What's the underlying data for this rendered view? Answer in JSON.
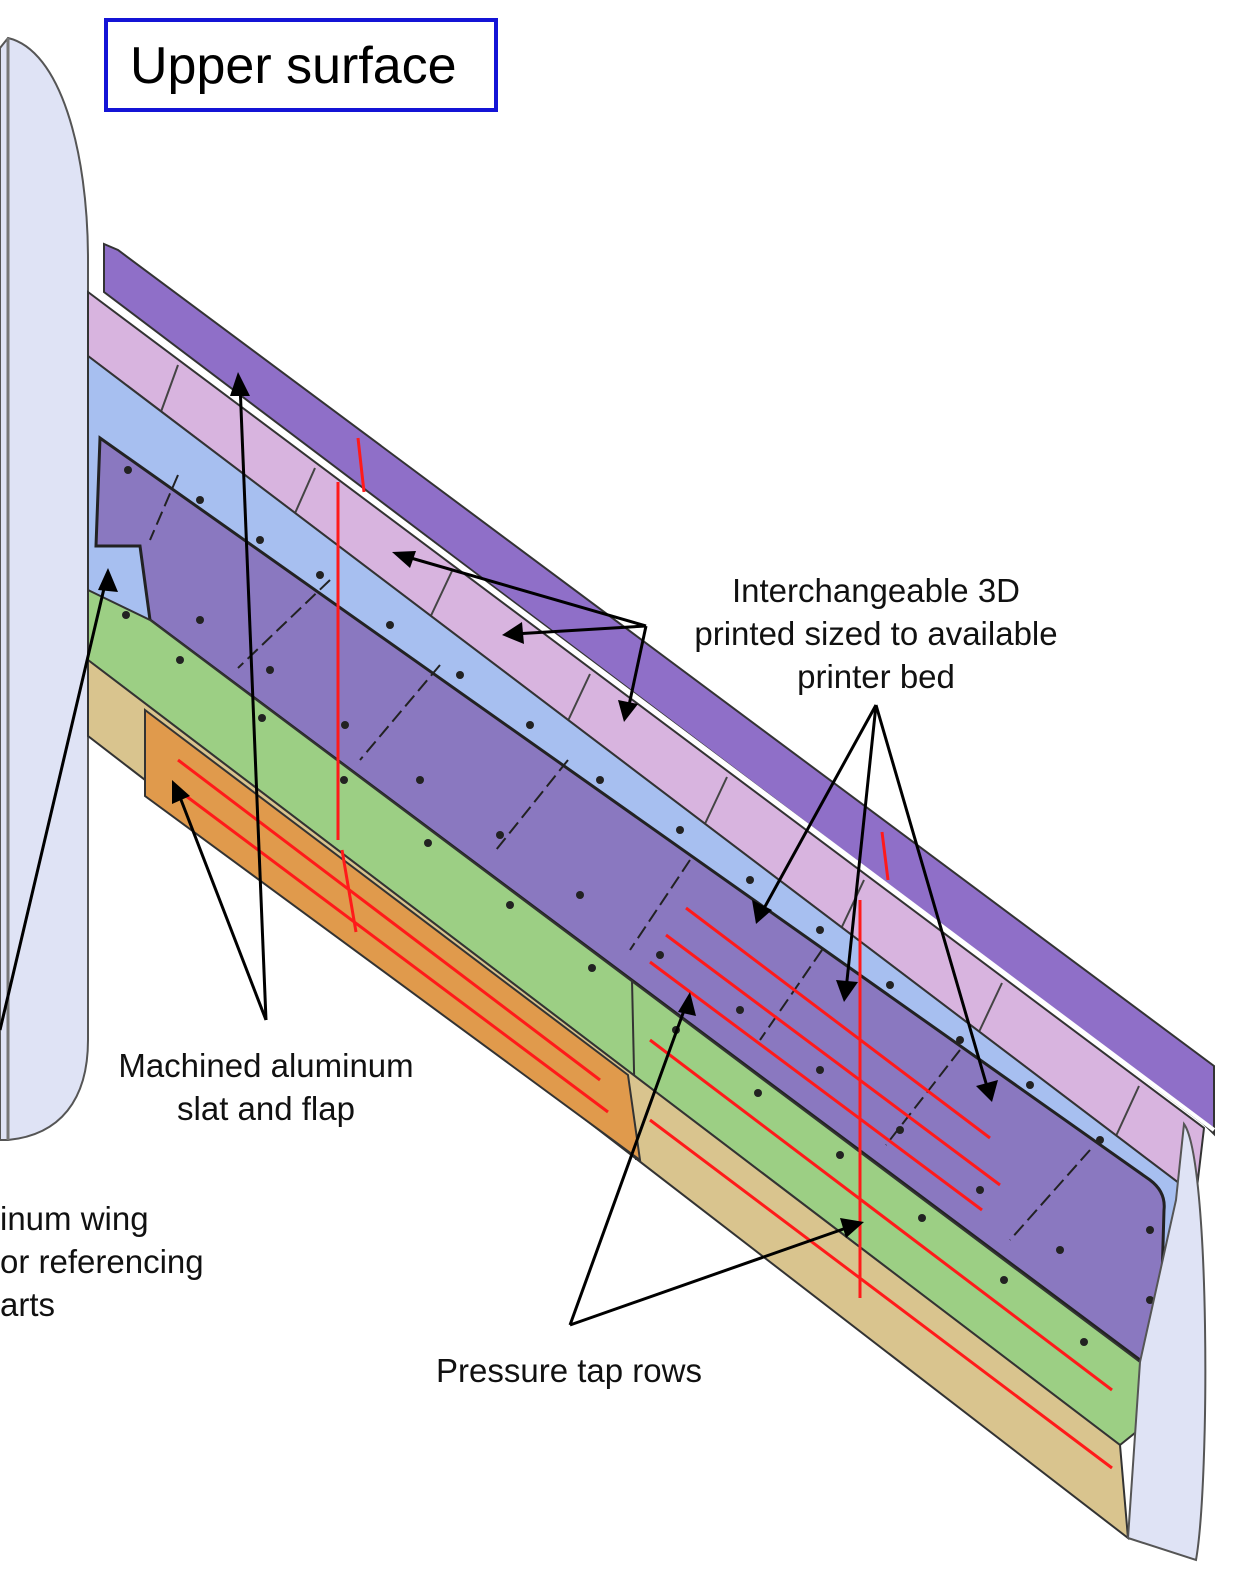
{
  "title": "Upper surface",
  "callouts": {
    "printed_parts": [
      "Interchangeable 3D",
      "printed sized to available",
      "printer bed"
    ],
    "slat_flap": [
      "Machined aluminum",
      "slat and flap"
    ],
    "wing_core": [
      "inum wing",
      "or referencing",
      "arts"
    ],
    "pressure_taps": [
      "Pressure tap rows"
    ]
  },
  "colors": {
    "title_border": "#1414d6",
    "slat": "#8f6fc8",
    "printed_tiles": "#d8b4df",
    "leading_band": "#a7bff0",
    "printed_panel": "#8a78c0",
    "lower_band": "#9ccf84",
    "flap": "#d9c48e",
    "flap_root": "#e09a4c",
    "pressure_tap_rows": "#ff1a1a",
    "fuselage_wall": "#dfe3f5"
  }
}
